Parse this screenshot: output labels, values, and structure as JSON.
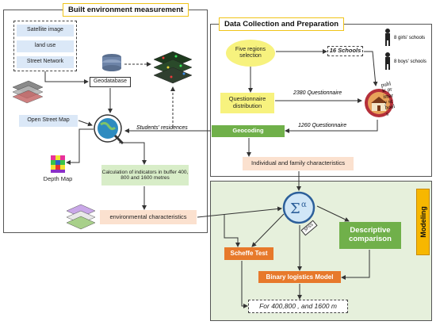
{
  "panels": {
    "built": "Built environment measurement",
    "data": "Data Collection and Preparation",
    "modeling": "Modeling"
  },
  "inputs": [
    "Satellite image",
    "land use",
    "Street Network"
  ],
  "geodatabase": "Geodatabase",
  "osm": "Open Street Map",
  "depth_map": "Depth Map",
  "calc": "Calculation of indicators in buffer 400, 800 and 1600 metres",
  "env": "environmental characteristics",
  "students": "Students' residences",
  "five_regions": "Five regions selection",
  "schools_16": "16 Schools",
  "girls": "8 girls' schools",
  "boys": "8 boys' schools",
  "q_dist": "Questionnaire distribution",
  "q_2380": "2380 Questionnaire",
  "public_schools": "public primary schools",
  "geocoding": "Geocoding",
  "q_1260": "1260 Questionnaire",
  "individual": "Individual and family characteristics",
  "spss": "SPSS",
  "descriptive": "Descriptive comparison",
  "scheffe": "Scheffe Test",
  "binary": "Binary logistics Model",
  "final": "For 400,800 , and 1600 m",
  "colors": {
    "panel_bg_modeling": "#e6f0dc",
    "yellow": "#f7f27e",
    "dark_green": "#70b04a",
    "orange": "#e7792b",
    "light_blue": "#dbe8f7",
    "light_green": "#d8edc8",
    "peach": "#fbe1cf"
  }
}
